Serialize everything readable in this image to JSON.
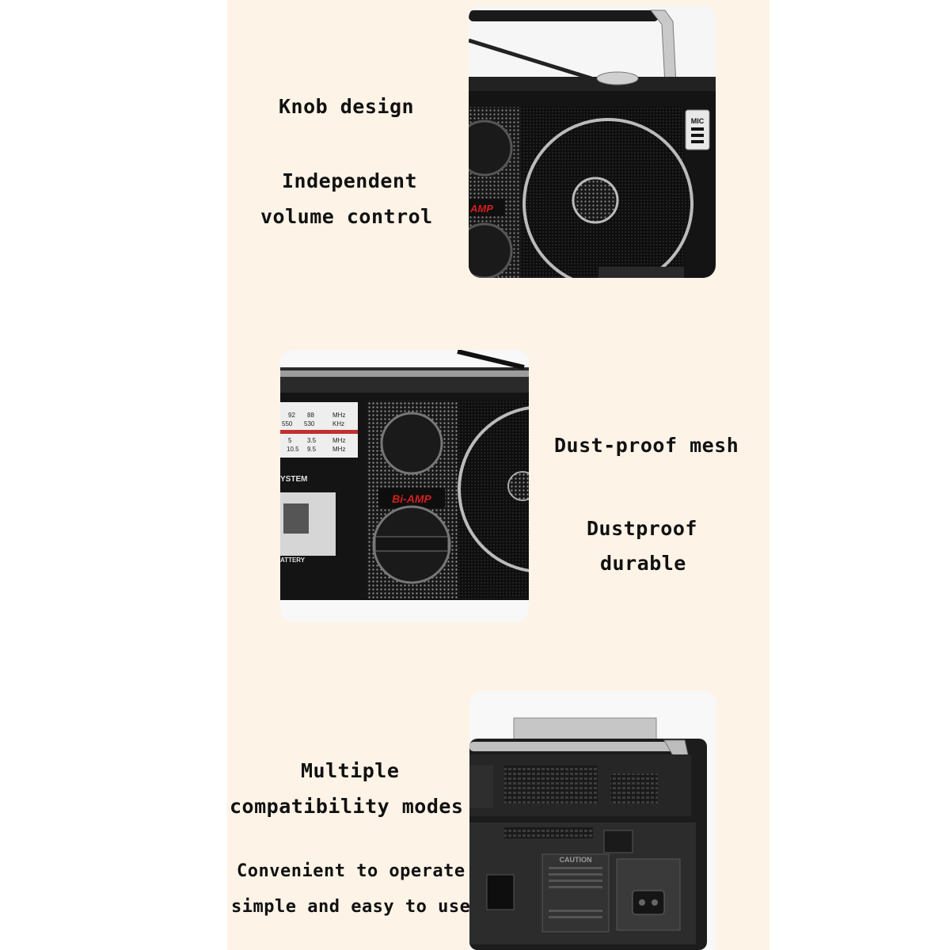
{
  "sections": [
    {
      "lines": [
        "Knob design",
        "Independent",
        "volume control"
      ],
      "photo": {
        "icon": "radio-speaker-knob-closeup",
        "labels": {
          "mic": "MIC",
          "amp": "AMP"
        }
      }
    },
    {
      "lines": [
        "Dust-proof mesh",
        "Dustproof",
        "durable"
      ],
      "photo": {
        "icon": "radio-front-mesh-closeup",
        "labels": {
          "amp": "Bi-AMP",
          "system": "YSTEM",
          "battery": "ATTERY",
          "dial_row1": [
            "92",
            "88",
            "MHz"
          ],
          "dial_row2": [
            "550",
            "530",
            "KHz"
          ],
          "dial_row3": [
            "5",
            "3.5",
            "MHz"
          ],
          "dial_row4": [
            "10.5",
            "9.5",
            "MHz"
          ]
        }
      }
    },
    {
      "lines": [
        "Multiple",
        "compatibility modes",
        "Convenient to operate",
        "simple and easy to use"
      ],
      "photo": {
        "icon": "radio-back-panel-closeup",
        "labels": {
          "caution": "CAUTION"
        }
      }
    }
  ],
  "colors": {
    "panel_bg": "#fdf3e7",
    "device_body": "#141414",
    "mesh": "#9a9a9a",
    "accent_red": "#d21f1f"
  }
}
